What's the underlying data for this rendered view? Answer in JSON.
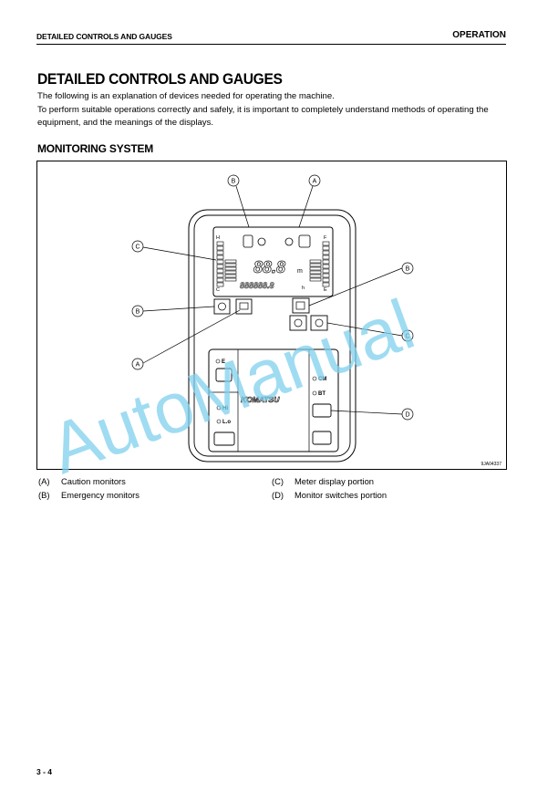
{
  "header": {
    "left": "DETAILED CONTROLS AND GAUGES",
    "right": "OPERATION"
  },
  "title": "DETAILED CONTROLS AND GAUGES",
  "intro": [
    "The following is an explanation of devices needed for operating the machine.",
    "To perform suitable operations correctly and safely, it is important to completely understand methods of operating the equipment, and the meanings of the displays."
  ],
  "section_title": "MONITORING SYSTEM",
  "figure": {
    "callouts": {
      "a": "A",
      "b": "B",
      "c": "C",
      "d": "D"
    },
    "gauge_marks": {
      "left_top": "H",
      "left_bottom": "C",
      "right_top": "F",
      "right_bottom": "E"
    },
    "digits": {
      "main": "88.8",
      "unit": "m",
      "odo": "888888.8",
      "odo_unit": "h"
    },
    "switch_labels": {
      "e": "E",
      "cm": "CM",
      "bt": "BT",
      "hi": "Hi",
      "lo": "L.o"
    },
    "brand": "KOMATSU",
    "code": "9JA04337"
  },
  "legend": [
    {
      "key": "(A)",
      "text": "Caution monitors"
    },
    {
      "key": "(B)",
      "text": "Emergency monitors"
    },
    {
      "key": "(C)",
      "text": "Meter display portion"
    },
    {
      "key": "(D)",
      "text": "Monitor switches portion"
    }
  ],
  "page_number": "3 - 4",
  "watermark": "AutoManual",
  "colors": {
    "watermark": "#7fd0ee",
    "line": "#000000"
  }
}
